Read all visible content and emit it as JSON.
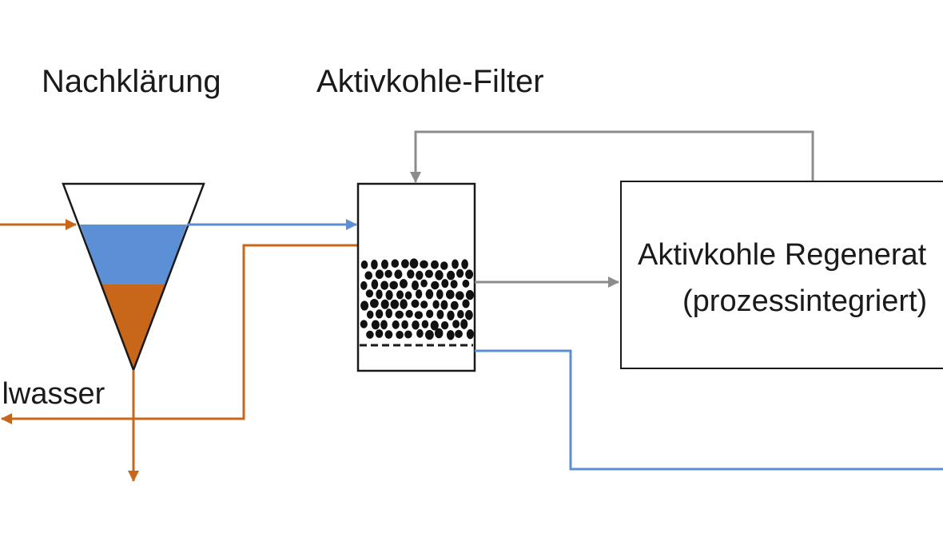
{
  "labels": {
    "nachklaerung": "Nachklärung",
    "aktivkohle_filter": "Aktivkohle-Filter",
    "spuelwasser": "ilwasser",
    "regeneration_line1": "Aktivkohle Regenerat",
    "regeneration_line2": "(prozessintegriert)"
  },
  "colors": {
    "water_blue": "#5b8fd6",
    "sludge_orange": "#c8671a",
    "loop_gray": "#8c8c8c",
    "outline": "#1a1a1a"
  }
}
